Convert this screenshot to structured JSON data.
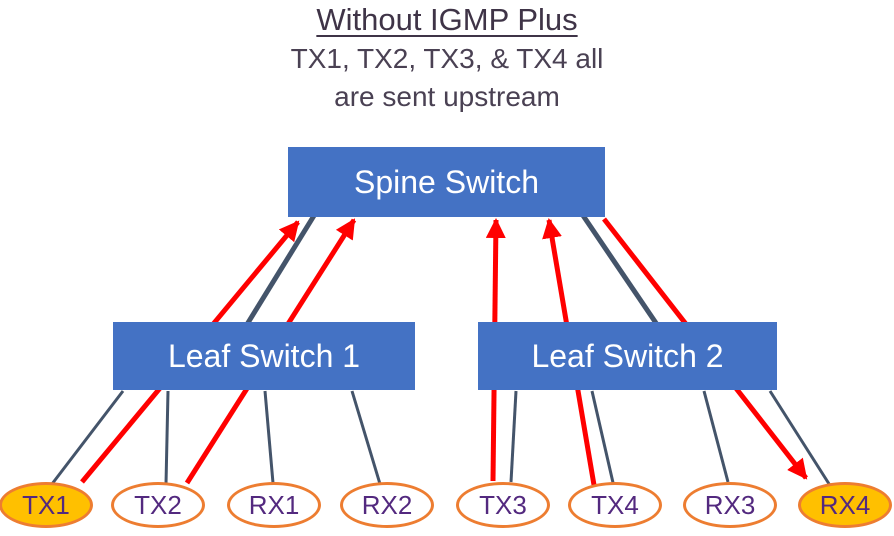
{
  "title": "Without IGMP Plus",
  "subtitle_line1": "TX1, TX2, TX3, & TX4 all",
  "subtitle_line2": "are sent upstream",
  "switches": {
    "spine": {
      "label": "Spine Switch"
    },
    "leaf1": {
      "label": "Leaf Switch 1"
    },
    "leaf2": {
      "label": "Leaf Switch 2"
    }
  },
  "hosts": [
    {
      "id": "tx1",
      "label": "TX1",
      "highlighted": true
    },
    {
      "id": "tx2",
      "label": "TX2",
      "highlighted": false
    },
    {
      "id": "rx1",
      "label": "RX1",
      "highlighted": false
    },
    {
      "id": "rx2",
      "label": "RX2",
      "highlighted": false
    },
    {
      "id": "tx3",
      "label": "TX3",
      "highlighted": false
    },
    {
      "id": "tx4",
      "label": "TX4",
      "highlighted": false
    },
    {
      "id": "rx3",
      "label": "RX3",
      "highlighted": false
    },
    {
      "id": "rx4",
      "label": "RX4",
      "highlighted": true
    }
  ],
  "edges": [
    {
      "id": "tx1-spine",
      "from": "TX1",
      "to": "Spine Switch",
      "kind": "traffic",
      "arrow": true
    },
    {
      "id": "tx2-spine",
      "from": "TX2",
      "to": "Spine Switch",
      "kind": "traffic",
      "arrow": true
    },
    {
      "id": "tx3-spine",
      "from": "TX3",
      "to": "Spine Switch",
      "kind": "traffic",
      "arrow": true
    },
    {
      "id": "tx4-spine",
      "from": "TX4",
      "to": "Spine Switch",
      "kind": "traffic",
      "arrow": true
    },
    {
      "id": "spine-rx4",
      "from": "Spine Switch",
      "to": "RX4",
      "kind": "traffic",
      "arrow": true
    },
    {
      "id": "spine-leaf1",
      "from": "Spine Switch",
      "to": "Leaf Switch 1",
      "kind": "uplink",
      "arrow": false
    },
    {
      "id": "spine-leaf2",
      "from": "Spine Switch",
      "to": "Leaf Switch 2",
      "kind": "uplink",
      "arrow": false
    },
    {
      "id": "leaf1-tx1",
      "from": "Leaf Switch 1",
      "to": "TX1",
      "kind": "host-link",
      "arrow": false
    },
    {
      "id": "leaf1-tx2",
      "from": "Leaf Switch 1",
      "to": "TX2",
      "kind": "host-link",
      "arrow": false
    },
    {
      "id": "leaf1-rx1",
      "from": "Leaf Switch 1",
      "to": "RX1",
      "kind": "host-link",
      "arrow": false
    },
    {
      "id": "leaf1-rx2",
      "from": "Leaf Switch 1",
      "to": "RX2",
      "kind": "host-link",
      "arrow": false
    },
    {
      "id": "leaf2-tx3",
      "from": "Leaf Switch 2",
      "to": "TX3",
      "kind": "host-link",
      "arrow": false
    },
    {
      "id": "leaf2-tx4",
      "from": "Leaf Switch 2",
      "to": "TX4",
      "kind": "host-link",
      "arrow": false
    },
    {
      "id": "leaf2-rx3",
      "from": "Leaf Switch 2",
      "to": "RX3",
      "kind": "host-link",
      "arrow": false
    },
    {
      "id": "leaf2-rx4",
      "from": "Leaf Switch 2",
      "to": "RX4",
      "kind": "host-link",
      "arrow": false
    }
  ],
  "colors": {
    "switch_fill": "#4472C4",
    "switch_text": "#FFFFFF",
    "traffic_red": "#FF0000",
    "link_slate": "#44546A",
    "host_border": "#ED7D31",
    "host_fill": "#FFFFFF",
    "host_fill_highlight": "#FFC000",
    "host_text": "#53297F",
    "title_text": "#3F3447",
    "subtitle_text": "#4A4153",
    "background": "#FFFFFF"
  }
}
